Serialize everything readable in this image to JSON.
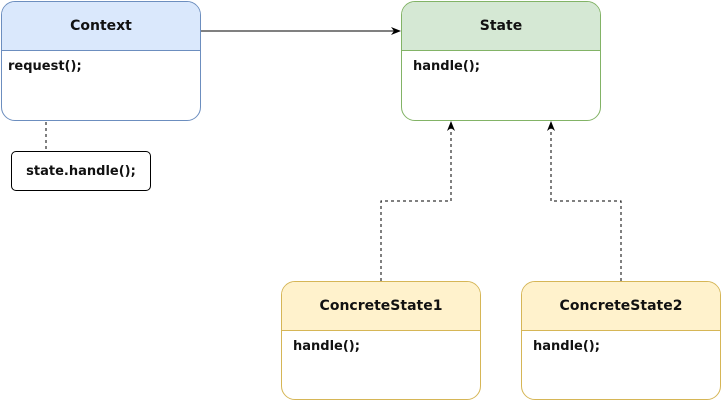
{
  "diagram": {
    "classes": {
      "context": {
        "name": "Context",
        "method": "request();"
      },
      "state": {
        "name": "State",
        "method": "handle();"
      },
      "concrete_state_1": {
        "name": "ConcreteState1",
        "method": "handle();"
      },
      "concrete_state_2": {
        "name": "ConcreteState2",
        "method": "handle();"
      }
    },
    "note": {
      "text": "state.handle();"
    },
    "colors": {
      "context_fill": "#dae8fc",
      "context_stroke": "#6c8ebf",
      "state_fill": "#d5e8d4",
      "state_stroke": "#82b366",
      "concrete_fill": "#fff2cc",
      "concrete_stroke": "#d6b656",
      "line": "#000000"
    },
    "relations": [
      {
        "from": "context",
        "to": "state",
        "kind": "association"
      },
      {
        "from": "concrete_state_1",
        "to": "state",
        "kind": "dashed-implementation"
      },
      {
        "from": "concrete_state_2",
        "to": "state",
        "kind": "dashed-implementation"
      },
      {
        "from": "context",
        "to": "note",
        "kind": "dashed-note-link"
      }
    ]
  }
}
